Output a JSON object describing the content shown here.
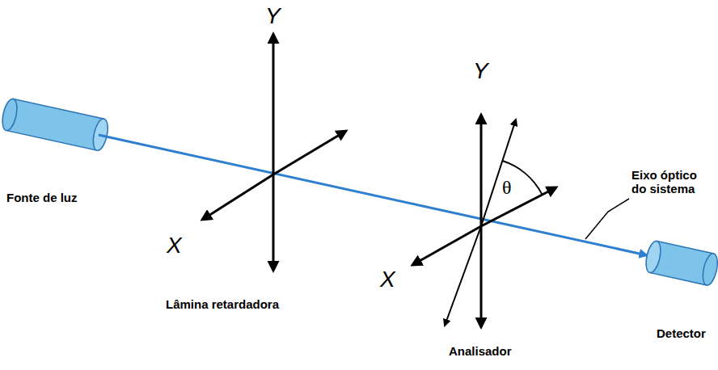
{
  "diagram": {
    "labels": [
      "Y",
      "X",
      "Lâmina retardadora",
      "Y",
      "θ",
      "X",
      "Eixo óptico do sistema",
      "Fonte de luz",
      "Analisador",
      "Detector"
    ]
  }
}
